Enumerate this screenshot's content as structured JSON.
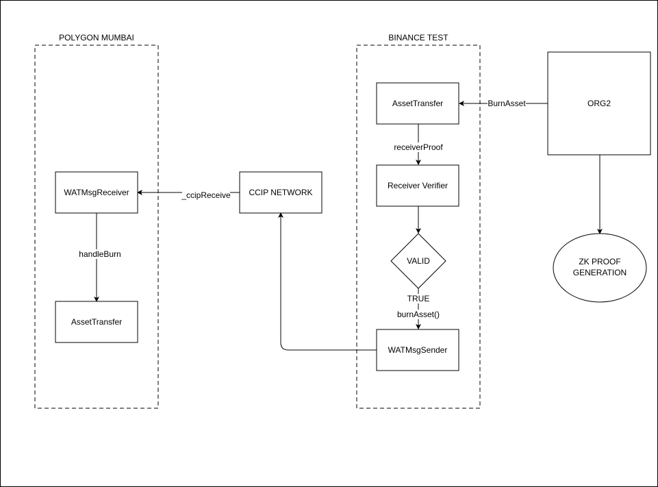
{
  "groups": {
    "polygon": {
      "title": "POLYGON MUMBAI"
    },
    "binance": {
      "title": "BINANCE TEST"
    }
  },
  "nodes": {
    "watmsg_receiver": {
      "label": "WATMsgReceiver"
    },
    "asset_transfer_polygon": {
      "label": "AssetTransfer"
    },
    "ccip_network": {
      "label": "CCIP NETWORK"
    },
    "asset_transfer_binance": {
      "label": "AssetTransfer"
    },
    "receiver_verifier": {
      "label": "Receiver Verifier"
    },
    "valid_decision": {
      "label": "VALID"
    },
    "watmsg_sender": {
      "label": "WATMsgSender"
    },
    "org2": {
      "label": "ORG2"
    },
    "zk_proof": {
      "line1": "ZK PROOF",
      "line2": "GENERATION"
    }
  },
  "edges": {
    "burn_asset": {
      "label": "BurnAsset"
    },
    "receiver_proof": {
      "label": "receiverProof"
    },
    "true_branch": {
      "label": "TRUE"
    },
    "burn_asset_call": {
      "label": "burnAsset()"
    },
    "ccip_receive": {
      "label": "_ccipReceive"
    },
    "handle_burn": {
      "label": "handleBurn"
    }
  }
}
